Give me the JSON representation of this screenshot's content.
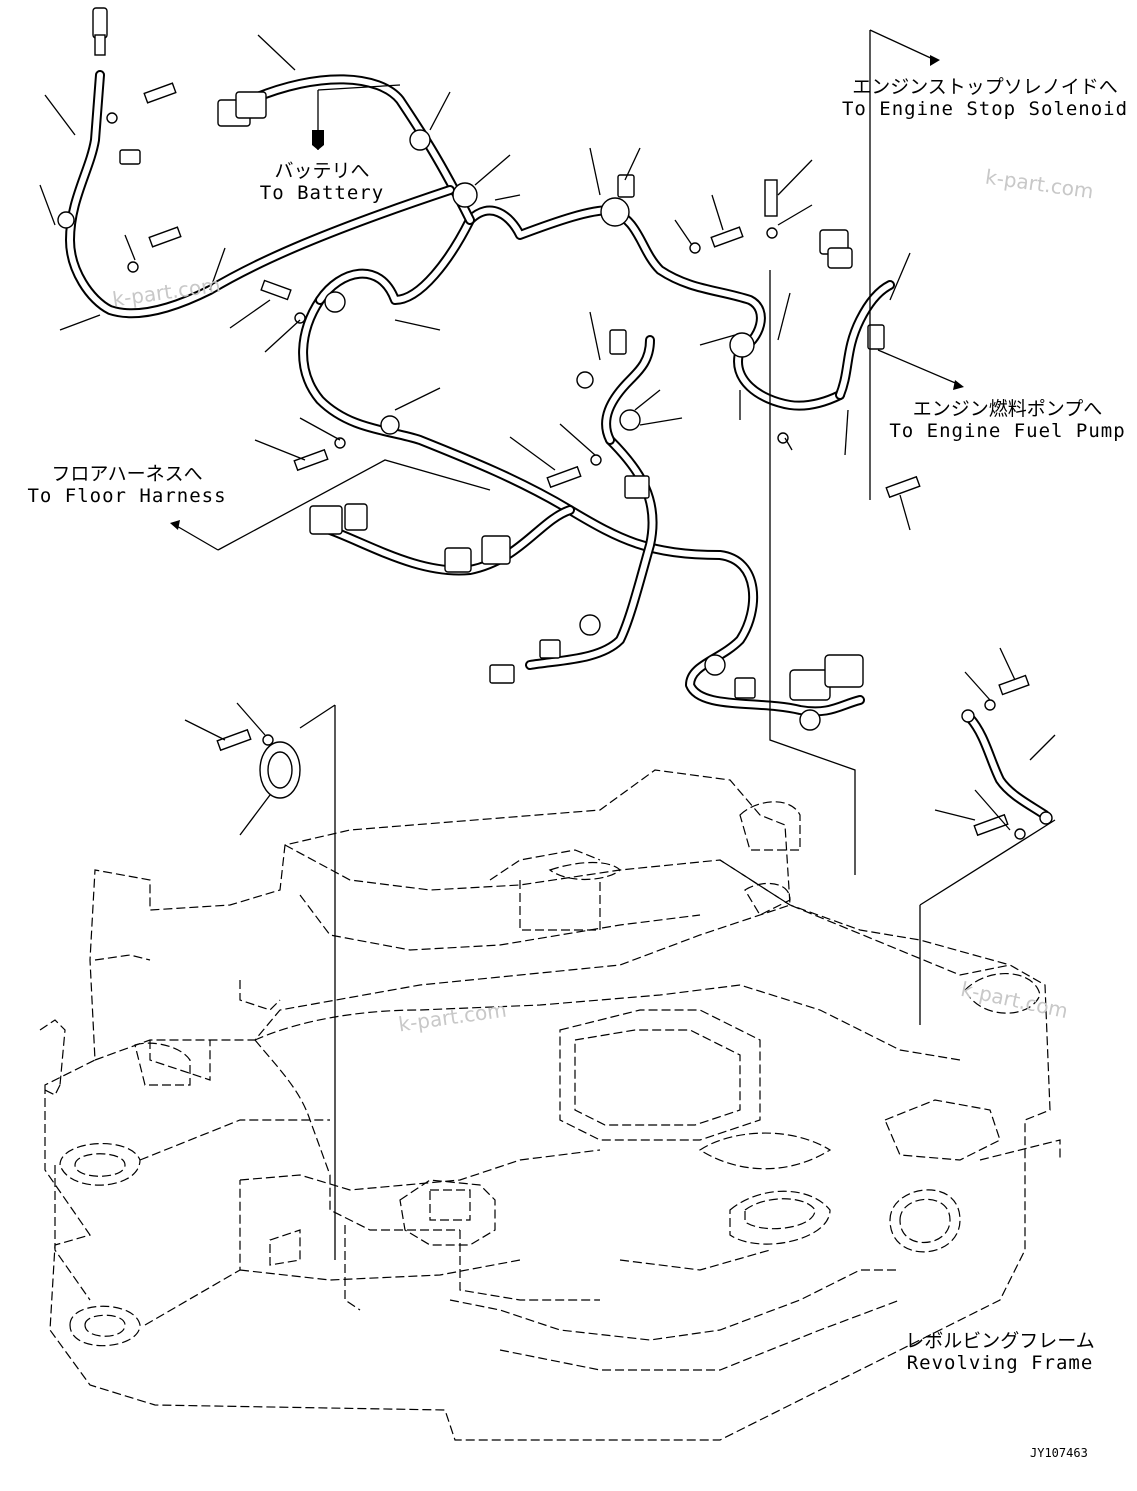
{
  "labels": {
    "battery": {
      "ja": "バッテリへ",
      "en": "To Battery"
    },
    "engine_stop_solenoid": {
      "ja": "エンジンストップソレノイドへ",
      "en": "To Engine Stop Solenoid"
    },
    "engine_fuel_pump": {
      "ja": "エンジン燃料ポンプへ",
      "en": "To Engine Fuel Pump"
    },
    "floor_harness": {
      "ja": "フロアハーネスへ",
      "en": "To Floor Harness"
    },
    "revolving_frame": {
      "ja": "レボルビングフレーム",
      "en": "Revolving Frame"
    }
  },
  "drawing_code": "JY107463",
  "watermark": "k-part.com"
}
